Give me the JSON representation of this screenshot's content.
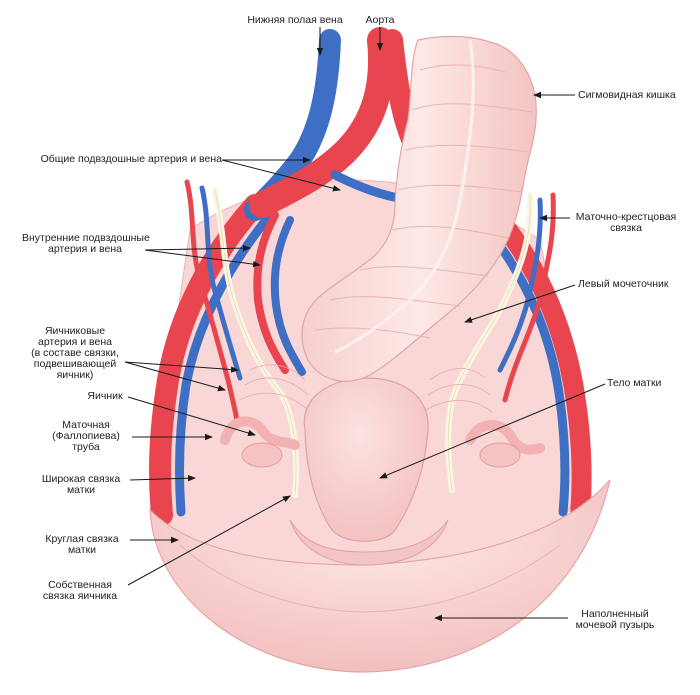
{
  "labels": {
    "ivc": "Нижняя полая вена",
    "aorta": "Аорта",
    "sigmoid": "Сигмовидная кишка",
    "common_iliac": "Общие подвздошные артерия и вена",
    "internal_iliac_1": "Внутренние подвздошные",
    "internal_iliac_2": "артерия и вена",
    "uterosacral_1": "Маточно-крестцовая",
    "uterosacral_2": "связка",
    "left_ureter": "Левый мочеточник",
    "ovarian_1": "Яичниковые",
    "ovarian_2": "артерия и вена",
    "ovarian_3": "(в составе связки,",
    "ovarian_4": "подвешивающей",
    "ovarian_5": "яичник)",
    "uterus_body": "Тело матки",
    "ovary": "Яичник",
    "tube_1": "Маточная",
    "tube_2": "(Фаллопиева)",
    "tube_3": "труба",
    "broad_1": "Широкая связка",
    "broad_2": "матки",
    "round_1": "Круглая связка",
    "round_2": "матки",
    "own_1": "Собственная",
    "own_2": "связка яичника",
    "bladder_1": "Наполненный",
    "bladder_2": "мочевой пузырь"
  },
  "colors": {
    "artery": "#e8454f",
    "vein": "#3f6fc4",
    "tissue": "#f6c9c9",
    "tissue_light": "#fbe3e2",
    "ureter": "#fbf6e4",
    "leader": "#1a1a1a"
  }
}
